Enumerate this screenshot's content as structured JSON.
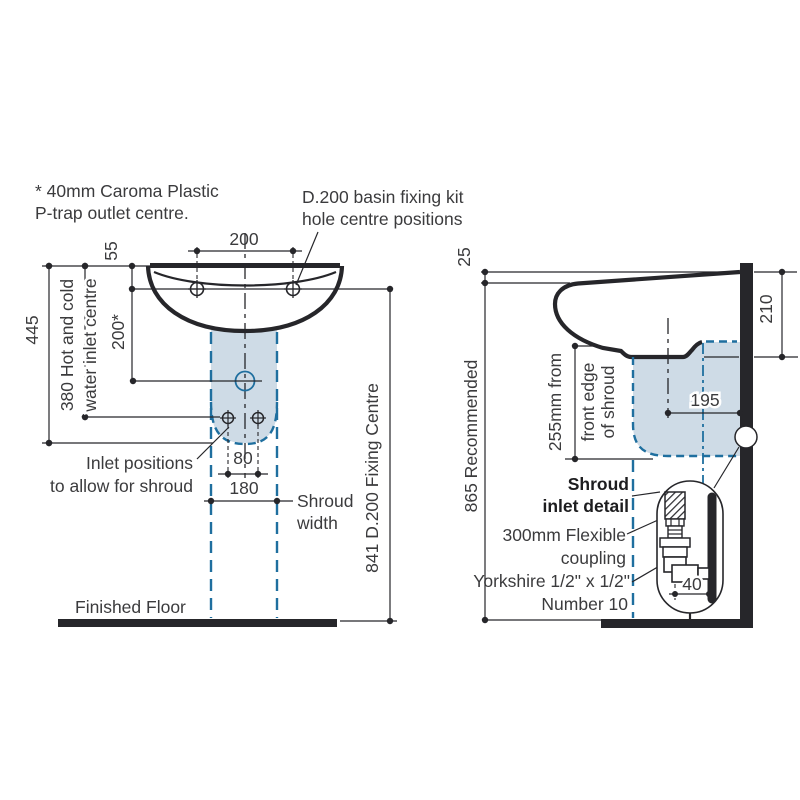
{
  "colors": {
    "line": "#26262a",
    "blue": "#1f6f9f",
    "shroud_fill": "#cedbe6"
  },
  "notes": {
    "ptrap": {
      "line1": "* 40mm Caroma Plastic",
      "line2": "P-trap outlet centre."
    },
    "fixing_kit": {
      "line1": "D.200 basin fixing kit",
      "line2": "hole centre positions"
    }
  },
  "front_view": {
    "dims": {
      "hole_spacing": "200",
      "rim_to_holes": "55",
      "holes_to_outlet": "200*",
      "overall": "445",
      "inlet_line1": "380 Hot and cold",
      "inlet_line2": "water inlet centre",
      "fixing_centre": "841 D.200 Fixing Centre",
      "inlet_spacing": "80",
      "shroud_width": "180"
    },
    "labels": {
      "inlet_positions_line1": "Inlet positions",
      "inlet_positions_line2": "to allow for shroud",
      "shroud_width_line1": "Shroud",
      "shroud_width_line2": "width",
      "floor": "Finished Floor"
    }
  },
  "side_view": {
    "dims": {
      "wall_gap": "25",
      "rim_drop": "210",
      "outlet_from_wall": "195",
      "recommended": "865 Recommended",
      "inlet_depth_line1": "255mm from",
      "inlet_depth_line2": "front edge",
      "inlet_depth_line3": "of shroud",
      "elbow_offset": "40"
    },
    "labels": {
      "detail_line1": "Shroud",
      "detail_line2": "inlet detail",
      "coupling_line1": "300mm Flexible",
      "coupling_line2": "coupling",
      "fitting_spec": "Yorkshire 1/2\" x 1/2\"",
      "fitting_number": "Number 10"
    }
  }
}
